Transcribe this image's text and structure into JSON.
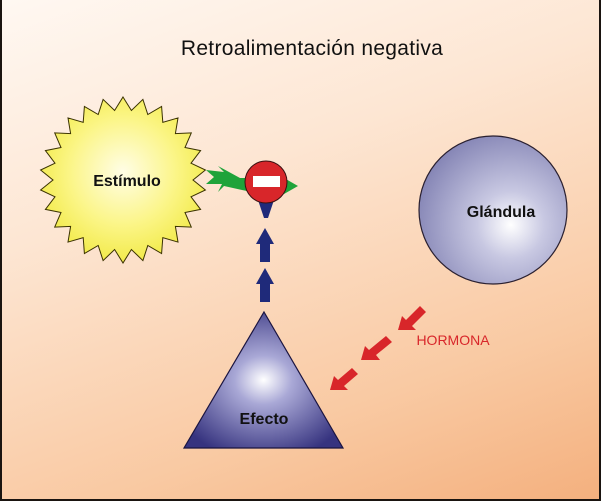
{
  "title": "Retroalimentación negativa",
  "nodes": {
    "stimulus": {
      "label": "Estímulo",
      "shape": "starburst",
      "color": "#f6ef5a"
    },
    "gland": {
      "label": "Glándula",
      "shape": "sphere",
      "color": "#9a9ac4"
    },
    "effect": {
      "label": "Efecto",
      "shape": "pyramid",
      "color": "#3f3d8e"
    }
  },
  "edges": [
    {
      "from": "stimulus",
      "to": "gland",
      "icon": "green-arrow-icon",
      "color": "#1fa33a",
      "blocked": true
    },
    {
      "from": "effect",
      "to": "stimulus-gland-link",
      "icon": "blue-arrow-icon",
      "color": "#1f2a7a",
      "count": 3
    },
    {
      "from": "gland",
      "to": "effect",
      "icon": "red-arrow-icon",
      "color": "#d8262a",
      "count": 3,
      "label": "HORMONA"
    }
  ],
  "inhibitor": {
    "icon": "no-entry-icon",
    "color": "#d8262a"
  },
  "hormone_label": "HORMONA"
}
